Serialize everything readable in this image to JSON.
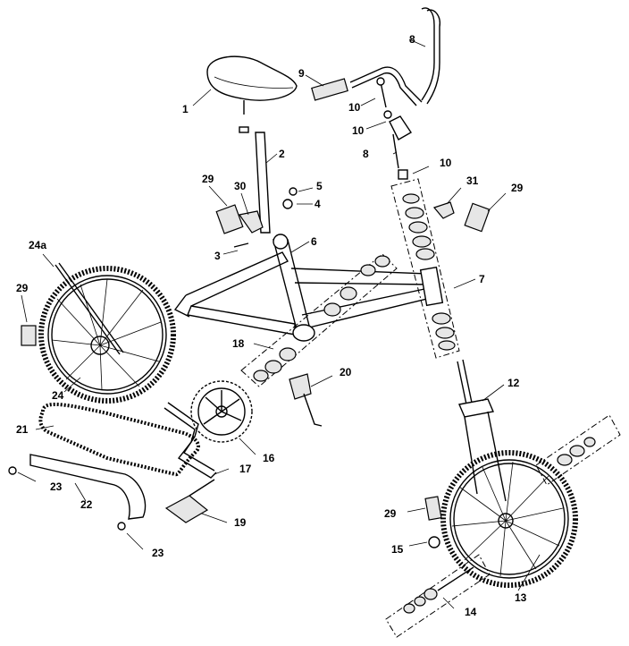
{
  "diagram": {
    "callouts": {
      "c1": "1",
      "c2": "2",
      "c3": "3",
      "c4": "4",
      "c5": "5",
      "c6": "6",
      "c7": "7",
      "c8a": "8",
      "c8b": "8",
      "c9": "9",
      "c10a": "10",
      "c10b": "10",
      "c10c": "10",
      "c12": "12",
      "c13": "13",
      "c14": "14",
      "c15": "15",
      "c16": "16",
      "c17": "17",
      "c18": "18",
      "c19": "19",
      "c20": "20",
      "c21": "21",
      "c22": "22",
      "c23a": "23",
      "c23b": "23",
      "c24": "24",
      "c24a": "24a",
      "c29a": "29",
      "c29b": "29",
      "c29c": "29",
      "c29d": "29",
      "c30": "30",
      "c31": "31"
    }
  }
}
